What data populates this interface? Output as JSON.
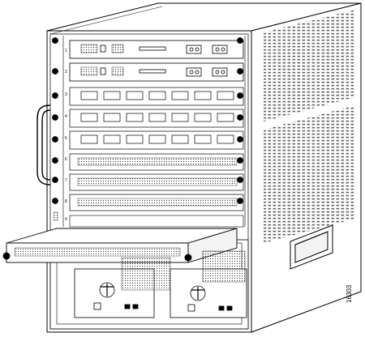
{
  "figure_id": "16303",
  "slot_numbers": [
    "1",
    "2",
    "3",
    "4",
    "5",
    "6",
    "7",
    "8",
    "9"
  ],
  "colors": {
    "line": "#000000",
    "face": "#ffffff",
    "vent": "#444444"
  },
  "components": {
    "chassis": "chassis",
    "side_vents": "side-vent-grid",
    "side_handle": "chassis-side-handle",
    "front_handle": "front-left-handle",
    "module_being_inserted": "line-card-being-inserted",
    "power_supply_left": "power-supply-left",
    "power_supply_right": "power-supply-right"
  }
}
